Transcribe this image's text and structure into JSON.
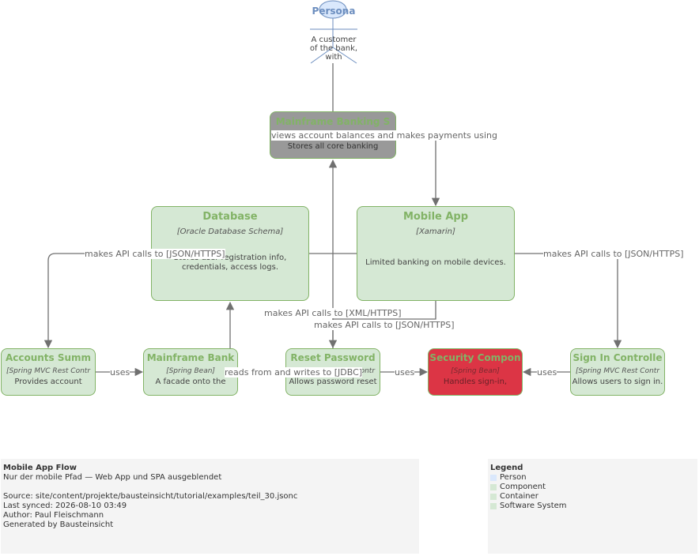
{
  "nodes": {
    "persona": {
      "title": "Persona",
      "desc": "A customer of the bank, with"
    },
    "mainframe_system": {
      "title": "Mainframe Banking S",
      "desc": "Stores all core banking"
    },
    "database": {
      "title": "Database",
      "tech": "[Oracle Database Schema]",
      "desc": "Stores user registration info, credentials, access logs."
    },
    "mobile_app": {
      "title": "Mobile App",
      "tech": "[Xamarin]",
      "desc": "Limited banking on mobile devices."
    },
    "accounts_summary": {
      "title": "Accounts Summ",
      "tech": "[Spring MVC Rest Contr",
      "desc": "Provides account"
    },
    "mainframe_bank": {
      "title": "Mainframe Bank",
      "tech": "[Spring Bean]",
      "desc": "A facade onto the"
    },
    "reset_password": {
      "title": "Reset Password",
      "tech": "[Spring MVC Rest Contr",
      "desc": "Allows password reset"
    },
    "security_component": {
      "title": "Security Compon",
      "tech": "[Spring Bean]",
      "desc": "Handles sign-in,"
    },
    "sign_in": {
      "title": "Sign In Controlle",
      "tech": "[Spring MVC Rest Contr",
      "desc": "Allows users to sign in."
    }
  },
  "edges": {
    "persona_views": "views account balances and makes payments using",
    "api_left": "makes API calls to [JSON/HTTPS]",
    "api_right": "makes API calls to [JSON/HTTPS]",
    "xml_https": "makes API calls to [XML/HTTPS]",
    "api_bottom": "makes API calls to [JSON/HTTPS]",
    "jdbc": "reads from and writes to [JDBC]",
    "uses_1": "uses",
    "uses_2": "uses",
    "uses_3": "uses"
  },
  "info": {
    "title": "Mobile App Flow",
    "subtitle": "Nur der mobile Pfad — Web App und SPA ausgeblendet",
    "source": "Source: site/content/projekte/bausteinsicht/tutorial/examples/teil_30.jsonc",
    "synced": "Last synced: 2026-08-10 03:49",
    "author": "Author: Paul Fleischmann",
    "generated": "Generated by Bausteinsicht"
  },
  "legend": {
    "title": "Legend",
    "items": [
      {
        "label": "Person",
        "color": "#dae8fc"
      },
      {
        "label": "Component",
        "color": "#d5e8d4"
      },
      {
        "label": "Container",
        "color": "#d5e8d4"
      },
      {
        "label": "Software System",
        "color": "#d5e8d4"
      }
    ]
  },
  "colors": {
    "component_fill": "#d5e8d4",
    "component_stroke": "#82b366",
    "person_fill": "#dae8fc",
    "person_stroke": "#6c8ebf",
    "external_fill": "#999999",
    "security_fill": "#dc3545",
    "edge": "#707070"
  }
}
